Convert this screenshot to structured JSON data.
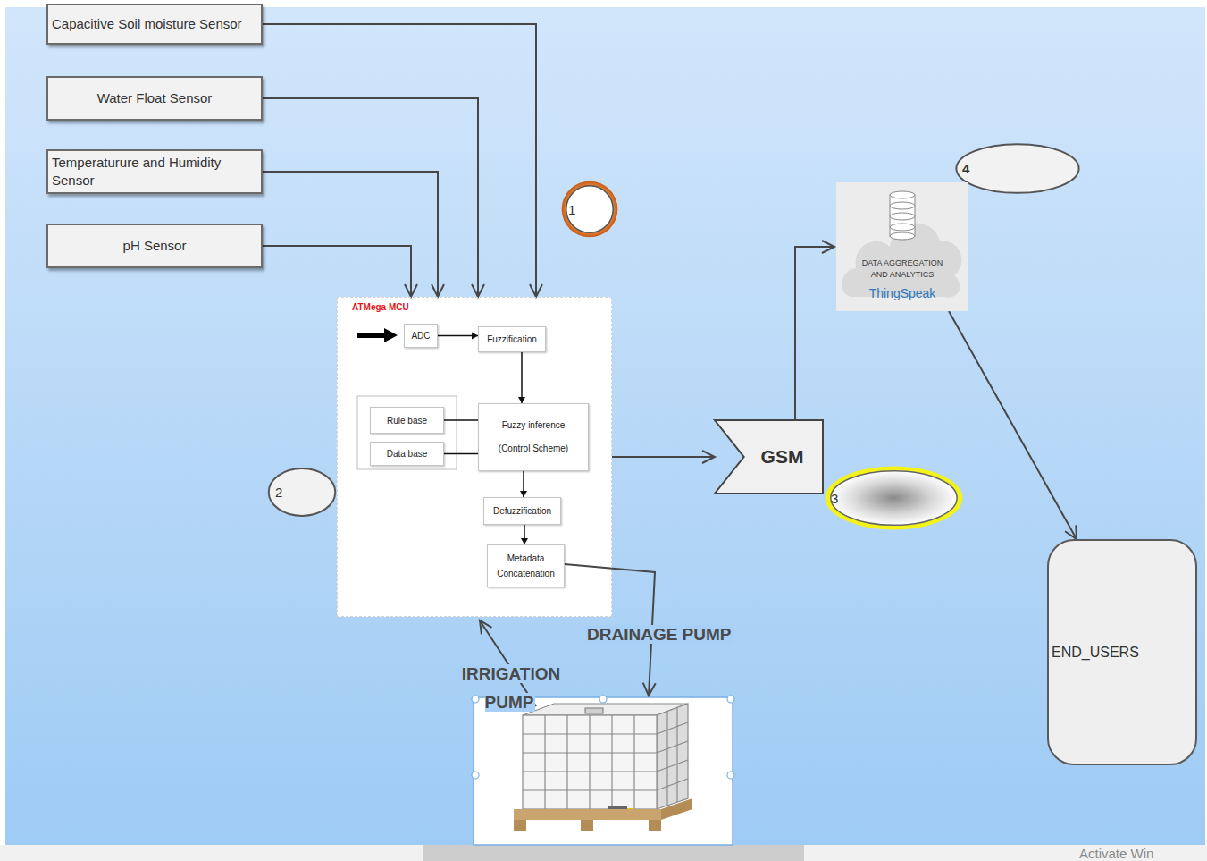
{
  "diagram": {
    "nodes": [
      {
        "text": [
          "Capacitive Soil moisture Sensor"
        ]
      },
      {
        "text": [
          "Water Float Sensor"
        ]
      },
      {
        "text": [
          "Temperaturure and Humidity Sensor"
        ]
      },
      {
        "text": [
          "pH Sensor"
        ]
      },
      {
        "text": [
          "1"
        ]
      },
      {
        "text": [
          "ATMega MCU"
        ]
      },
      {
        "text": [
          "ADC"
        ],
        "in": 5
      },
      {
        "text": [
          "Fuzzification"
        ],
        "in": 5
      },
      {
        "text": [
          "Rule base"
        ],
        "in": 5
      },
      {
        "text": [
          "Data base"
        ],
        "in": 5
      },
      {
        "text": [
          "Fuzzy inference (Control Scheme)"
        ],
        "in": 5
      },
      {
        "text": [
          "Defuzzification"
        ],
        "in": 5
      },
      {
        "text": [
          "Metadata Concatenation"
        ],
        "in": 5
      },
      {
        "text": [
          "2"
        ]
      },
      {
        "text": [
          "GSM"
        ]
      },
      {
        "text": [
          "3"
        ]
      },
      {
        "text": [
          "4"
        ]
      },
      {
        "text": [
          "DATA AGGREGATION AND ANALYTICS",
          "ThingSpeak"
        ]
      },
      {
        "text": [
          "END_USERS"
        ]
      }
    ],
    "edges": [
      {
        "from": 0,
        "to": 5,
        "arrow": "to"
      },
      {
        "from": 1,
        "to": 5,
        "arrow": "to"
      },
      {
        "from": 2,
        "to": 5,
        "arrow": "to"
      },
      {
        "from": 3,
        "to": 5,
        "arrow": "to"
      },
      {
        "from": 6,
        "to": 7,
        "arrow": "to"
      },
      {
        "from": 7,
        "to": 10,
        "arrow": "to"
      },
      {
        "from": 8,
        "to": 10,
        "arrow": "none"
      },
      {
        "from": 9,
        "to": 10,
        "arrow": "none"
      },
      {
        "from": 10,
        "to": 11,
        "arrow": "to"
      },
      {
        "from": 11,
        "to": 12,
        "arrow": "to"
      },
      {
        "from": 5,
        "to": 14,
        "arrow": "to"
      },
      {
        "from": 14,
        "to": 17,
        "arrow": "to"
      },
      {
        "from": 17,
        "to": 18,
        "arrow": "to"
      }
    ],
    "labels": [
      "DRAINAGE PUMP",
      "IRRIGATION PUMP",
      "Activate Win"
    ]
  }
}
